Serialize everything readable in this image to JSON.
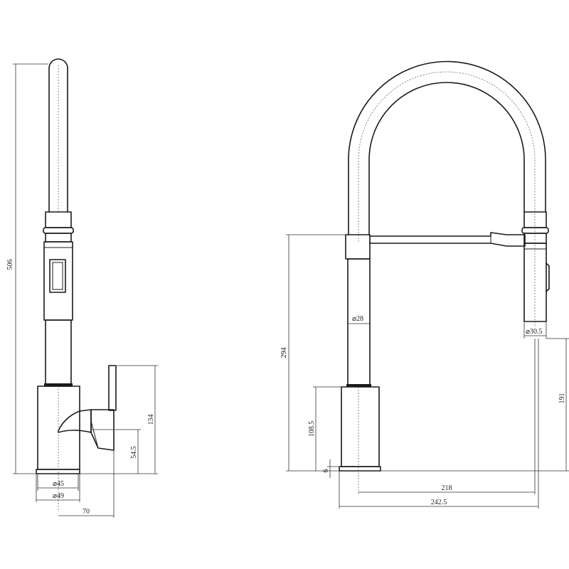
{
  "side_view": {
    "total_height": "506",
    "lever_height": "134",
    "outlet_height": "54.5",
    "inner_diameter": "⌀45",
    "base_diameter": "⌀49",
    "projection": "70"
  },
  "front_view": {
    "pipe_diameter": "⌀28",
    "spray_diameter": "⌀30.5",
    "spout_height": "294",
    "body_height": "108.5",
    "base_thickness": "6",
    "spray_height": "191",
    "reach_center": "218",
    "reach_total": "242.5"
  }
}
